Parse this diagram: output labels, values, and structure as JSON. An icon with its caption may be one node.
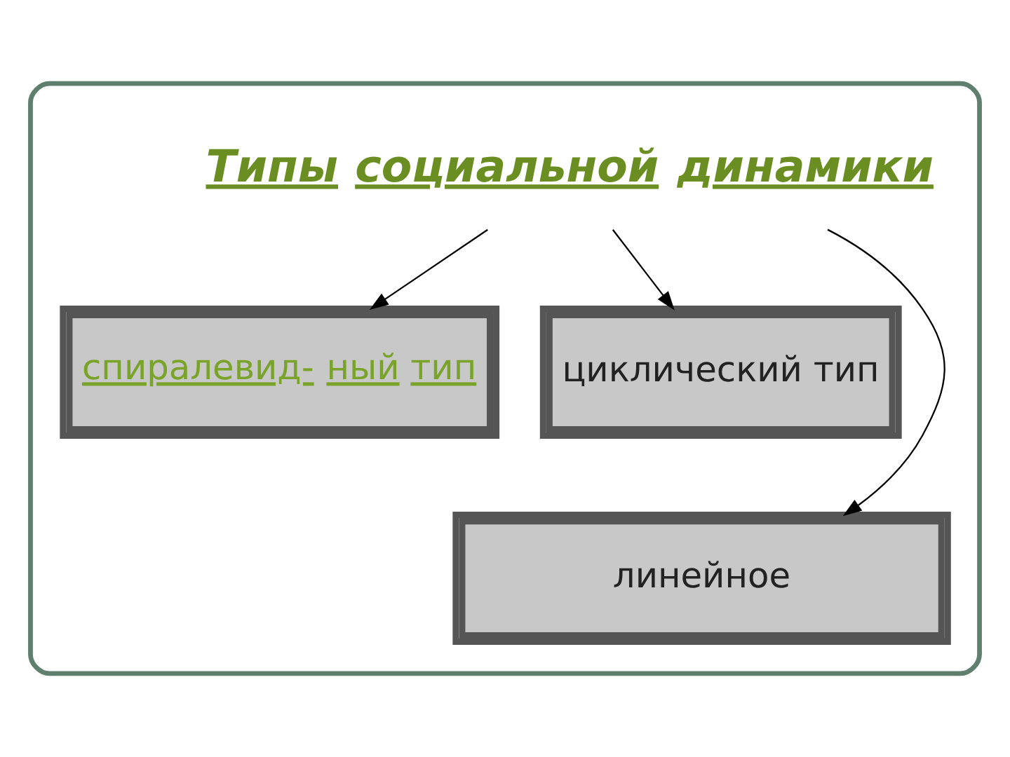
{
  "diagram": {
    "nodes": [
      {
        "text": [],
        "shape": "box"
      },
      {
        "text": [
          "Типы социальной динамики"
        ],
        "in": 0
      },
      {
        "text": [
          "спиралевид- ный тип"
        ],
        "in": 0
      },
      {
        "text": [
          "циклический тип"
        ],
        "in": 0
      },
      {
        "text": [
          "линейное"
        ],
        "in": 0
      }
    ],
    "edges": [
      {
        "from": 1,
        "to": 2,
        "arrow": "to"
      },
      {
        "from": 1,
        "to": 3,
        "arrow": "to"
      },
      {
        "from": 1,
        "to": 4,
        "arrow": "to"
      }
    ]
  }
}
